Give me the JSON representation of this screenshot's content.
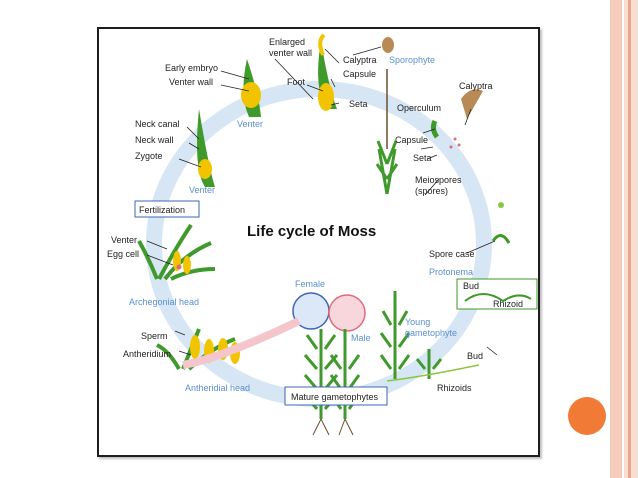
{
  "diagram": {
    "title": "Life cycle of Moss",
    "labels": {
      "enlarged_venter_wall": [
        "Enlarged",
        "venter wall"
      ],
      "calyptra_top": "Calyptra",
      "sporophyte": "Sporophyte",
      "early_embryo": "Early embryo",
      "venter_wall": "Venter wall",
      "capsule_top": "Capsule",
      "foot": "Foot",
      "seta_top": "Seta",
      "calyptra_right": "Calyptra",
      "operculum": "Operculum",
      "venter_upper": "Venter",
      "neck_canal": "Neck canal",
      "neck_wall": "Neck wall",
      "zygote": "Zygote",
      "capsule_right": "Capsule",
      "seta_right": "Seta",
      "venter_lower": "Venter",
      "meiospores": [
        "Meiospores",
        "(spores)"
      ],
      "fertilization": "Fertilization",
      "venter_left": "Venter",
      "egg_cell": "Egg cell",
      "spore_case": "Spore case",
      "protonema": "Protonema",
      "bud_protonema": "Bud",
      "rhizoid": "Rhizoid",
      "female": "Female",
      "archegonial_head": "Archegonial head",
      "male": "Male",
      "young_gametophyte": [
        "Young",
        "gametophyte"
      ],
      "sperm": "Sperm",
      "antheridium": "Antheridium",
      "bud_lower": "Bud",
      "antheridial_head": "Antheridial head",
      "rhizoids": "Rhizoids",
      "mature_gametophytes": "Mature gametophytes"
    }
  },
  "colors": {
    "cycle_ring": "#d6e6f5",
    "plant_green": "#3f9a2b",
    "plant_light": "#8cc63f",
    "gamete_yellow": "#f2c400",
    "capsule_brown": "#b88a55",
    "female_circle": "#3c66b4",
    "male_circle": "#e06a7a",
    "label_blue": "#5a8fd0"
  }
}
